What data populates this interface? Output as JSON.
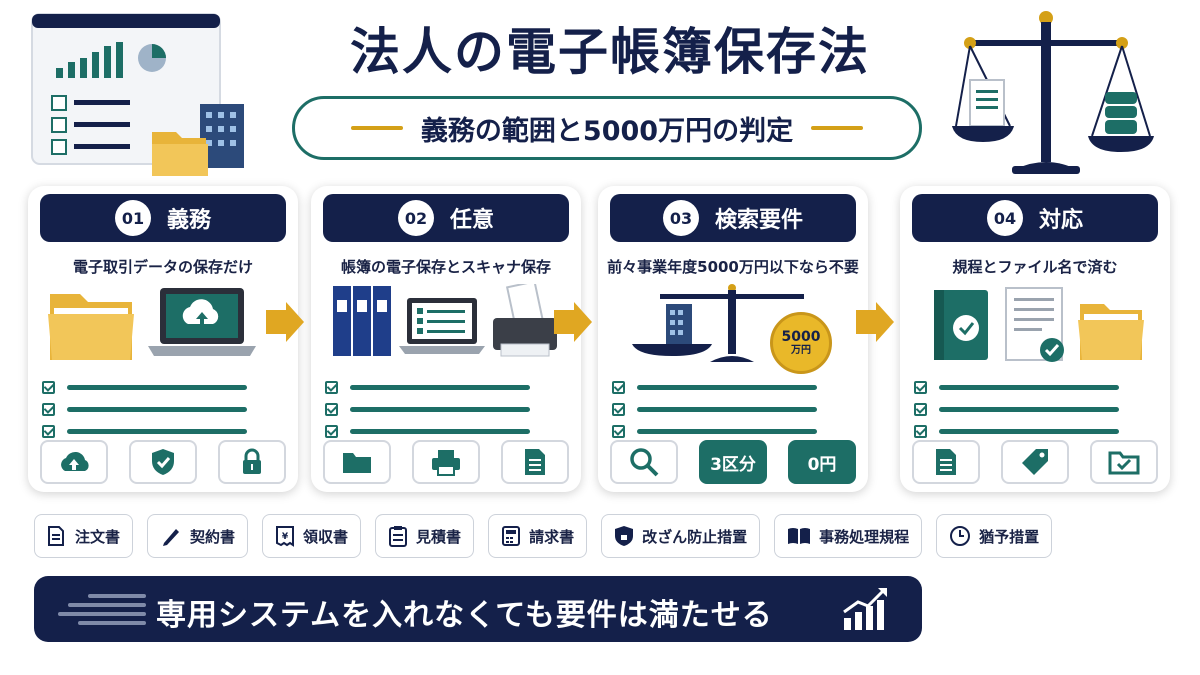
{
  "title": "法人の電子帳簿保存法",
  "subtitle": "義務の範囲と5000万円の判定",
  "cards": [
    {
      "number": "01",
      "heading": "義務",
      "description": "電子取引データの保存だけ",
      "buttons": [
        "upload-cloud-icon",
        "shield-check-icon",
        "lock-icon"
      ]
    },
    {
      "number": "02",
      "heading": "任意",
      "description": "帳簿の電子保存とスキャナ保存",
      "buttons": [
        "folder-icon",
        "printer-icon",
        "document-icon"
      ]
    },
    {
      "number": "03",
      "heading": "検索要件",
      "description": "前々事業年度5000万円以下なら不要",
      "buttons": [
        "search-icon",
        "3区分",
        "0円"
      ],
      "coin_value": "5000",
      "coin_unit": "万円"
    },
    {
      "number": "04",
      "heading": "対応",
      "description": "規程とファイル名で済む",
      "buttons": [
        "document-icon",
        "tag-icon",
        "folder-check-icon"
      ]
    }
  ],
  "documents": [
    {
      "label": "注文書",
      "icon": "document-edit-icon"
    },
    {
      "label": "契約書",
      "icon": "pen-icon"
    },
    {
      "label": "領収書",
      "icon": "receipt-icon"
    },
    {
      "label": "見積書",
      "icon": "clipboard-icon"
    },
    {
      "label": "請求書",
      "icon": "calculator-icon"
    },
    {
      "label": "改ざん防止措置",
      "icon": "shield-lock-icon"
    },
    {
      "label": "事務処理規程",
      "icon": "book-icon"
    },
    {
      "label": "猶予措置",
      "icon": "clock-icon"
    }
  ],
  "banner": "専用システムを入れなくても要件は満たせる",
  "colors": {
    "navy": "#14204a",
    "teal": "#1d6e66",
    "gold": "#d4a017",
    "folder": "#e8b43a"
  }
}
